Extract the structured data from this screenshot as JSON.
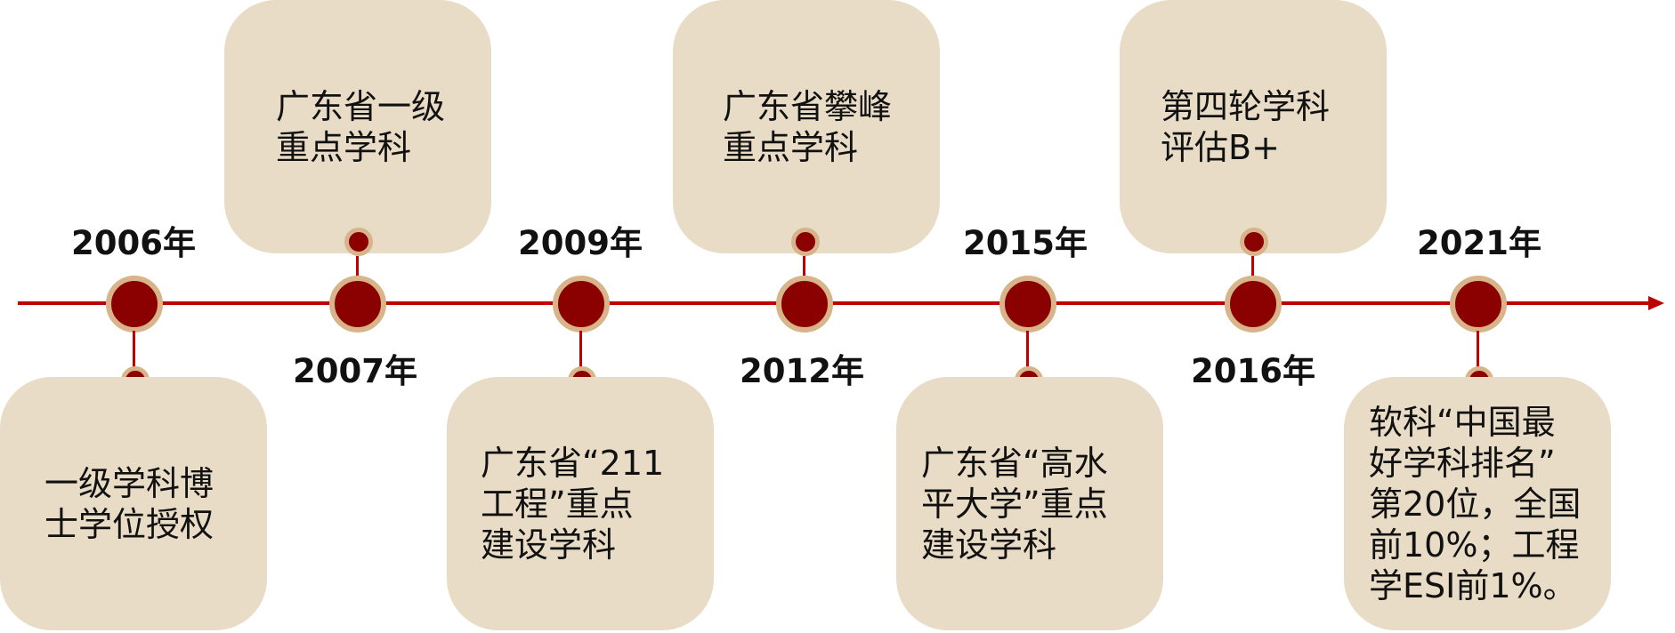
{
  "timeline": {
    "events": [
      {
        "year": "2006年",
        "text": "一级学科博\n士学位授权"
      },
      {
        "year": "2007年",
        "text": "广东省一级\n重点学科"
      },
      {
        "year": "2009年",
        "text": "广东省“211\n工程”重点\n建设学科"
      },
      {
        "year": "2012年",
        "text": "广东省攀峰\n重点学科"
      },
      {
        "year": "2015年",
        "text": "广东省“高水\n平大学”重点\n建设学科"
      },
      {
        "year": "2016年",
        "text": "第四轮学科\n评估B+"
      },
      {
        "year": "2021年",
        "text": "软科“中国最\n好学科排名”\n第20位，全国\n前10%；工程\n学ESI前1%。"
      }
    ]
  },
  "colors": {
    "line": "#c00000",
    "node_fill": "#8b0000",
    "node_ring": "#d8b48a",
    "card_bg": "#e8dcc6"
  }
}
